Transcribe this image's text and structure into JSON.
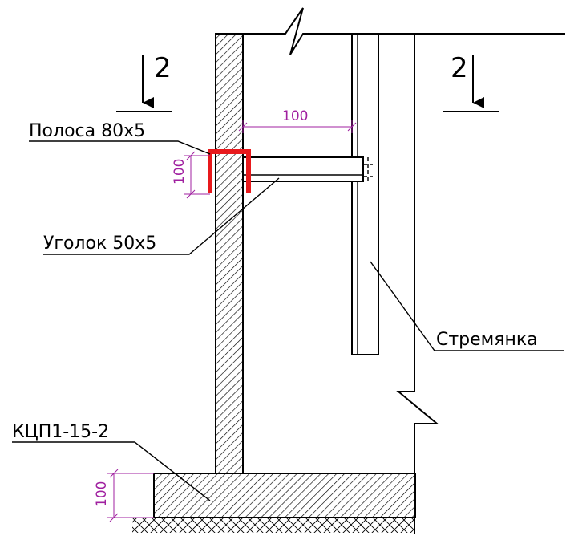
{
  "section_marks": [
    {
      "id": "left",
      "label": "2"
    },
    {
      "id": "right",
      "label": "2"
    }
  ],
  "callouts": {
    "strip": "Полоса 80х5",
    "angle": "Уголок 50х5",
    "ladder": "Стремянка",
    "ring": "КЦП1-15-2"
  },
  "dimensions": {
    "horizontal_gap": "100",
    "cap_height": "100",
    "slab_thickness": "100"
  },
  "colors": {
    "strip": "#e8191c",
    "dimension": "#a020a0",
    "line": "#000000"
  }
}
